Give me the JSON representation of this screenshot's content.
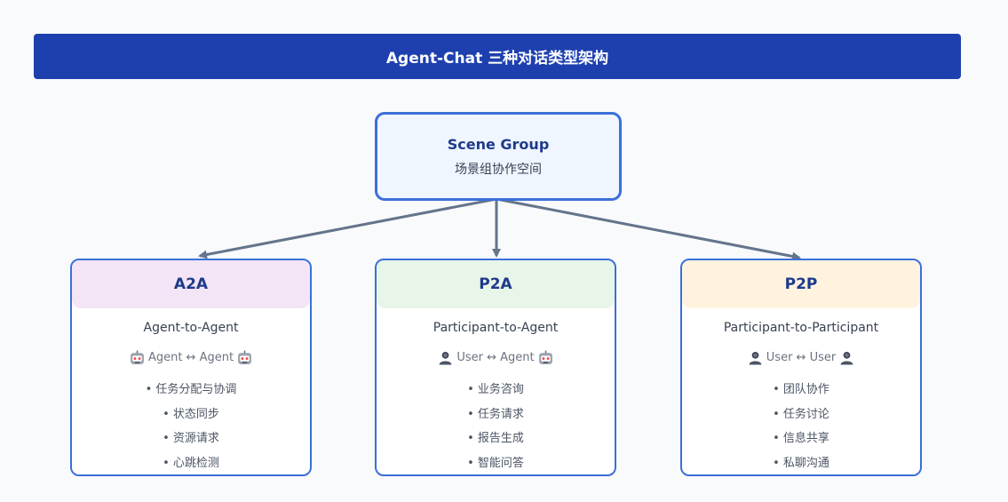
{
  "header": {
    "title": "Agent-Chat 三种对话类型架构"
  },
  "scene_group": {
    "title": "Scene Group",
    "subtitle": "场景组协作空间"
  },
  "cards": [
    {
      "title": "A2A",
      "subtitle": "Agent-to-Agent",
      "roles_text": "Agent ↔ Agent",
      "left_icon": "robot-icon",
      "right_icon": "robot-icon",
      "header_color": "#f3e5f5",
      "items": [
        "• 任务分配与协调",
        "• 状态同步",
        "• 资源请求",
        "• 心跳检测"
      ]
    },
    {
      "title": "P2A",
      "subtitle": "Participant-to-Agent",
      "roles_text": "User ↔ Agent",
      "left_icon": "person-icon",
      "right_icon": "robot-icon",
      "header_color": "#e8f5e9",
      "items": [
        "• 业务咨询",
        "• 任务请求",
        "• 报告生成",
        "• 智能问答"
      ]
    },
    {
      "title": "P2P",
      "subtitle": "Participant-to-Participant",
      "roles_text": "User ↔ User",
      "left_icon": "person-icon",
      "right_icon": "person-icon",
      "header_color": "#fff3e0",
      "items": [
        "• 团队协作",
        "• 任务讨论",
        "• 信息共享",
        "• 私聊沟通"
      ]
    }
  ],
  "colors": {
    "banner": "#1e40af",
    "border": "#3b6fd9",
    "arrow": "#64748b"
  }
}
